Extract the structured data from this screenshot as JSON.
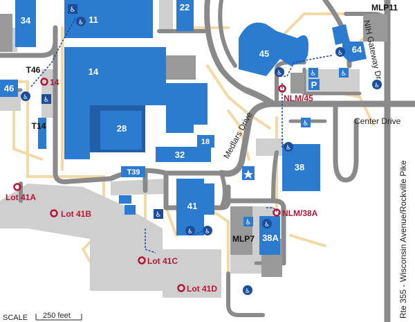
{
  "colors": {
    "building": "#2b7bd1",
    "building_dark": "#1f5fa8",
    "road": "#8a8a8a",
    "lot": "#cfcfcf",
    "path": "#f3d9a6",
    "marker": "#b5173a",
    "access": "#1b4e9a"
  },
  "buildings": {
    "b34": "34",
    "b11": "11",
    "b22": "22",
    "b14": "14",
    "b45": "45",
    "b64": "64",
    "b46": "46",
    "t46": "T46",
    "t14": "T14",
    "b28": "28",
    "b18": "18",
    "b32": "32",
    "t39": "T39",
    "b38": "38",
    "b41": "41",
    "mlp7": "MLP7",
    "b38a": "38A",
    "mlp11": "MLP11"
  },
  "markers": {
    "m14": "14",
    "nlm45": "NLM/45",
    "nlm38a": "NLM/38A",
    "lot41a": "Lot 41A",
    "lot41b": "Lot 41B",
    "lot41c": "Lot 41C",
    "lot41d": "Lot 41D"
  },
  "streets": {
    "center": "Center Drive",
    "medlars": "Medlars Drive",
    "nih_gateway": "NIH Gateway Dr",
    "rte355": "Rte 355 - Wisconsin Avenue/Rockville Pike"
  },
  "parking": {
    "p": "P"
  },
  "scale": {
    "label": "SCALE",
    "distance": "250 feet"
  },
  "icons": {
    "accessible": "accessible-icon",
    "location": "location-marker-icon",
    "star": "star-icon"
  }
}
